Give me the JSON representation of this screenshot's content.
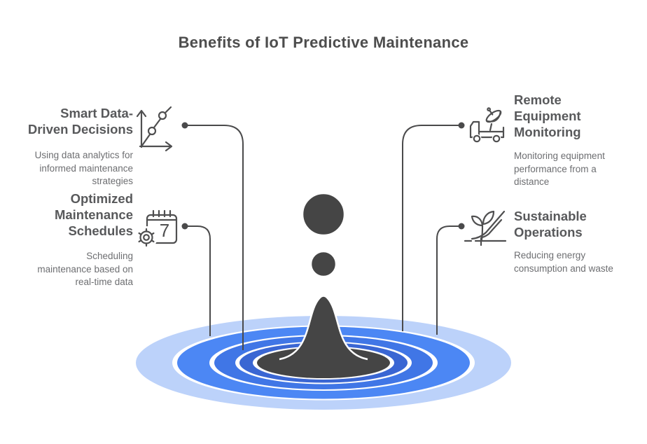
{
  "title": "Benefits of IoT Predictive Maintenance",
  "benefits": [
    {
      "heading": "Smart Data-\nDriven Decisions",
      "description": "Using data analytics for\ninformed maintenance\nstrategies",
      "icon": "line-chart-icon"
    },
    {
      "heading": "Optimized\nMaintenance\nSchedules",
      "description": "Scheduling\nmaintenance based on\nreal-time data",
      "icon": "calendar-gear-icon"
    },
    {
      "heading": "Remote\nEquipment\nMonitoring",
      "description": "Monitoring equipment\nperformance from a\ndistance",
      "icon": "truck-satellite-icon"
    },
    {
      "heading": "Sustainable\nOperations",
      "description": "Reducing energy\nconsumption and waste",
      "icon": "plant-sprout-icon"
    }
  ],
  "calendar_day": "7",
  "illustration": {
    "name": "water-droplet-splash-with-ripples",
    "ripple_colors": [
      "#BCD2FA",
      "#4C87F4",
      "#4076E6",
      "#3A66D3"
    ],
    "splash_color": "#454545",
    "connector_color": "#4A4A4B"
  },
  "colors": {
    "title": "#4D4D4D",
    "heading": "#58595B",
    "body": "#6D6E71",
    "background": "#FFFFFF"
  }
}
